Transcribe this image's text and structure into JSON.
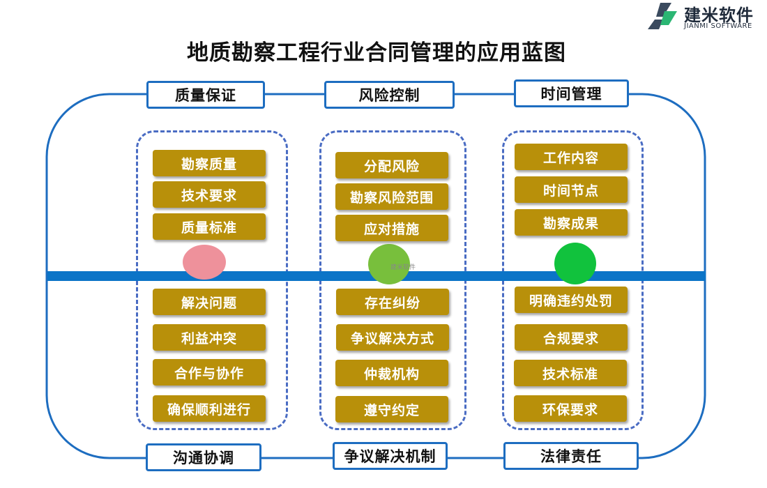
{
  "logo": {
    "cn": "建米软件",
    "en": "JIANMI SOFTWARE"
  },
  "title": "地质勘察工程行业合同管理的应用蓝图",
  "headers": {
    "top": [
      "质量保证",
      "风险控制",
      "时间管理"
    ],
    "bottom": [
      "沟通协调",
      "争议解决机制",
      "法律责任"
    ]
  },
  "columns": [
    {
      "upper": [
        "勘察质量",
        "技术要求",
        "质量标准"
      ],
      "lower": [
        "解决问题",
        "利益冲突",
        "合作与协作",
        "确保顺利进行"
      ],
      "dot_color": "#ee919b"
    },
    {
      "upper": [
        "分配风险",
        "勘察风险范围",
        "应对措施"
      ],
      "lower": [
        "存在纠纷",
        "争议解决方式",
        "仲裁机构",
        "遵守约定"
      ],
      "dot_color": "#78bf3c"
    },
    {
      "upper": [
        "工作内容",
        "时间节点",
        "勘察成果"
      ],
      "lower": [
        "明确违约处罚",
        "合规要求",
        "技术标准",
        "环保要求"
      ],
      "dot_color": "#11c23d"
    }
  ],
  "watermark": "建米软件",
  "colors": {
    "spine": "#0b74c7",
    "box": "#b8900a",
    "frame": "#1d6dc0",
    "dashed": "#4a6cc3"
  }
}
